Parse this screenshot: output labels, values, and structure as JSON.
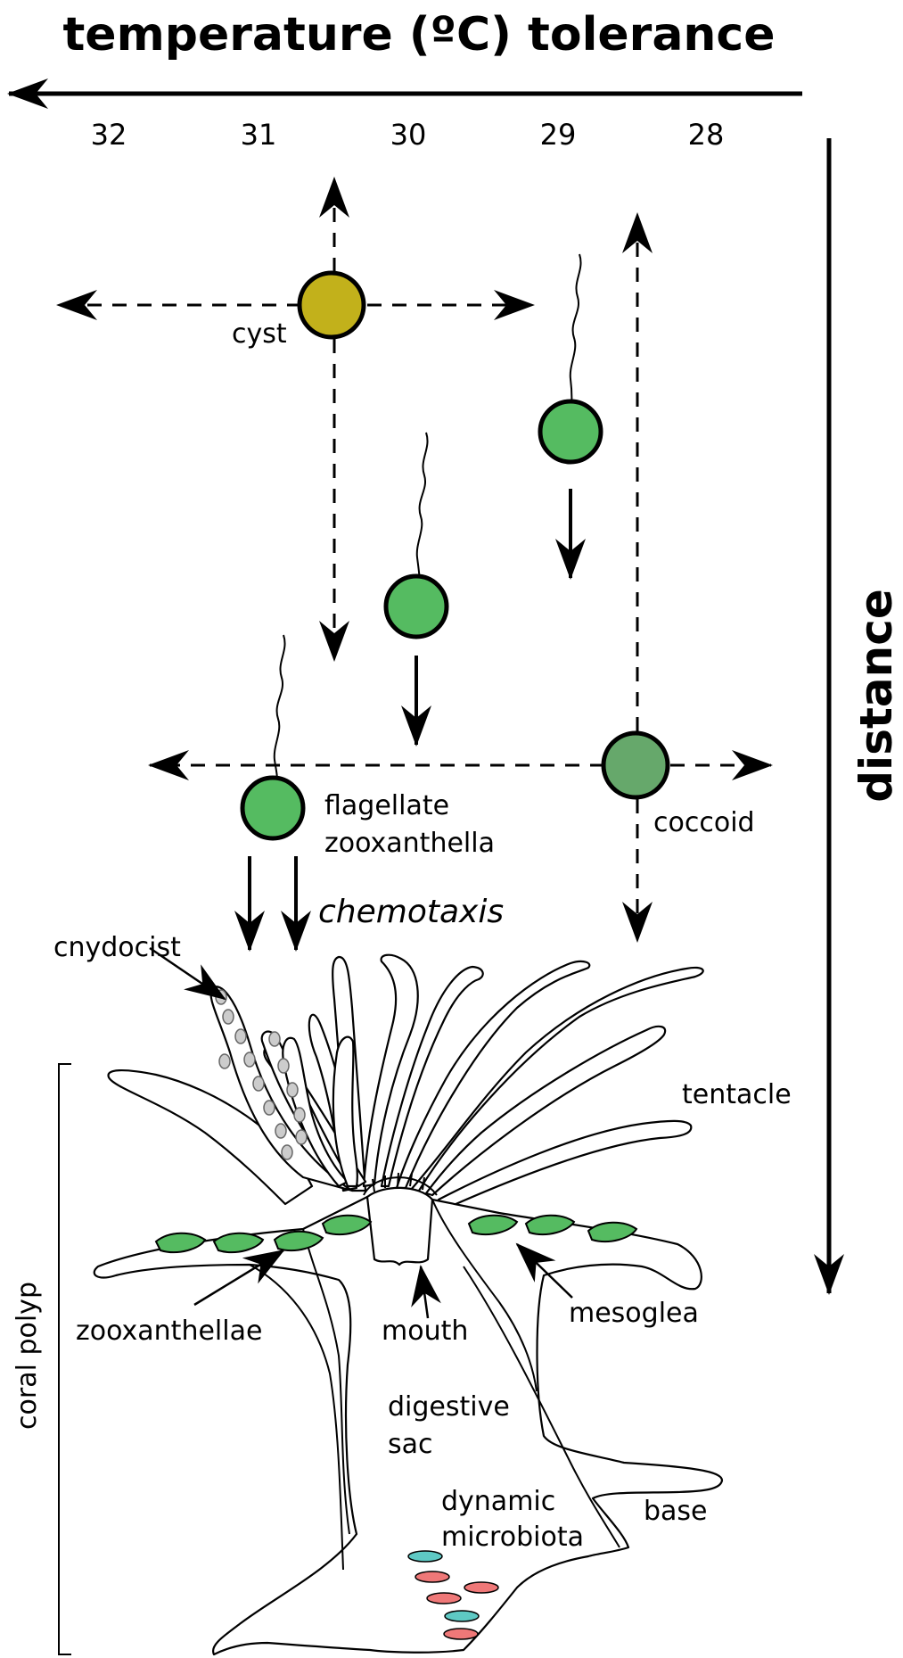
{
  "header": {
    "title": "temperature (ºC) tolerance",
    "ticks": [
      "32",
      "31",
      "30",
      "29",
      "28"
    ]
  },
  "axis": {
    "vertical_label": "distance"
  },
  "labels": {
    "cyst": "cyst",
    "flagellate_line1": "flagellate",
    "flagellate_line2": "zooxanthella",
    "coccoid": "coccoid",
    "chemotaxis": "chemotaxis",
    "cnydocist": "cnydocist",
    "tentacle": "tentacle",
    "zooxanthellae": "zooxanthellae",
    "mouth": "mouth",
    "mesoglea": "mesoglea",
    "digestive_line1": "digestive",
    "digestive_line2": "sac",
    "microbiota_line1": "dynamic",
    "microbiota_line2": "microbiota",
    "base": "base",
    "coral_polyp": "coral polyp"
  },
  "colors": {
    "cyst": "#c2b11b",
    "flagellate": "#55bb61",
    "coccoid": "#66a86b",
    "zooxanthellae": "#55bb61",
    "microbe_teal": "#5ec9c4",
    "microbe_pink": "#ef7878",
    "cnidocyte": "#cccccc"
  },
  "icons": [
    "arrow-left-icon",
    "arrow-down-icon",
    "arrow-up-icon",
    "arrow-right-icon"
  ]
}
